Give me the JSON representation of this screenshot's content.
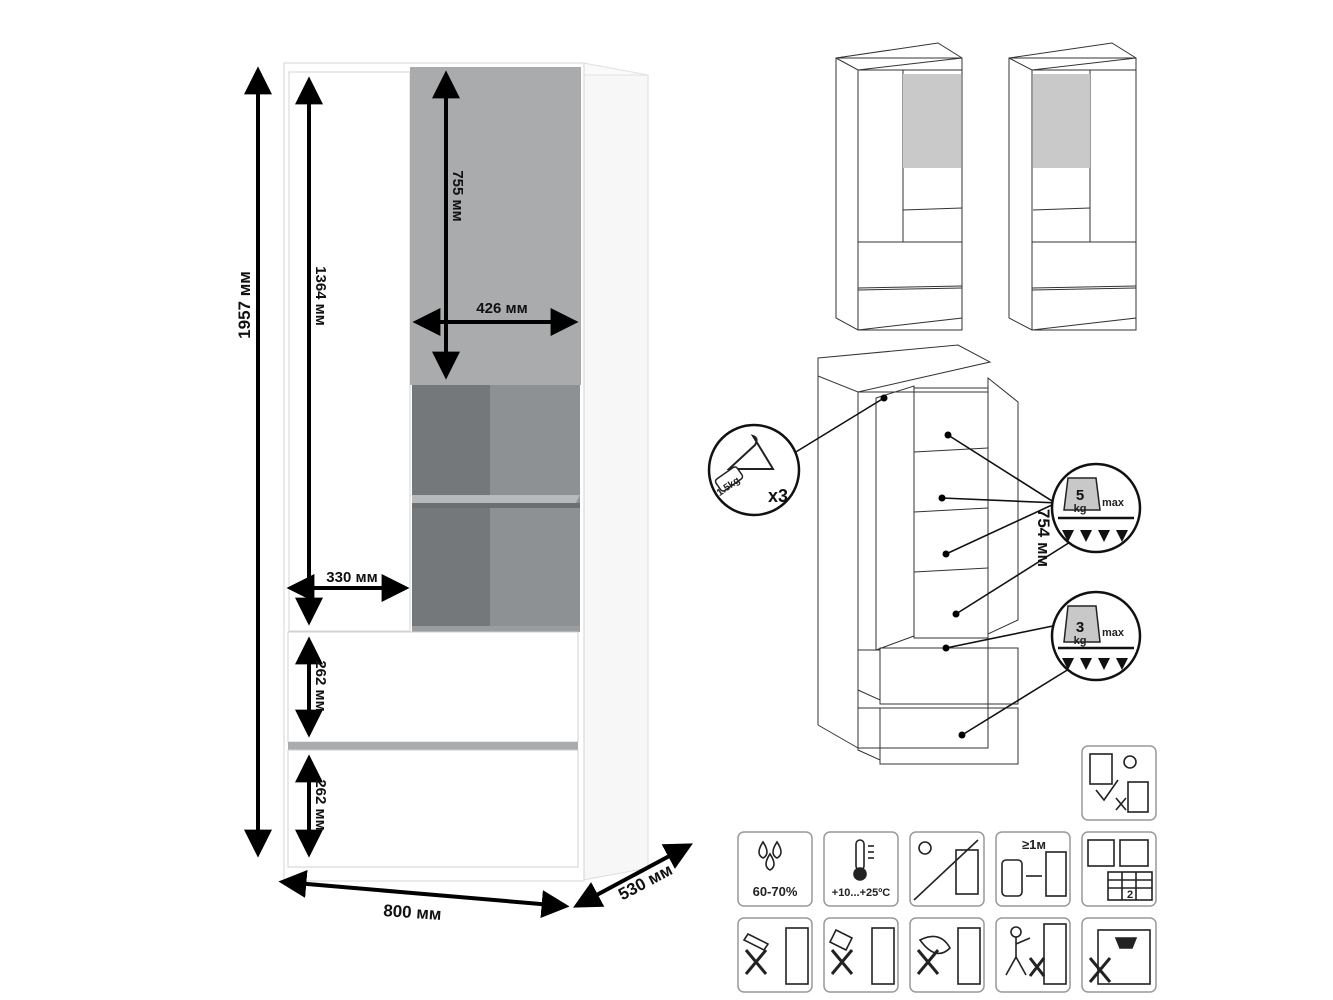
{
  "colors": {
    "body": "#ffffff",
    "panel_gray": "#a9abad",
    "niche_dark": "#75787b",
    "niche_back": "#8b8e91",
    "shelf": "#9a9c9e",
    "outline": "#cfcfcf",
    "arrow": "#000000"
  },
  "dimensions": {
    "height_total": "1957 мм",
    "height_door": "1364 мм",
    "height_glass": "755 мм",
    "width_glass": "426 мм",
    "width_door": "330 мм",
    "drawer_1": "262 мм",
    "drawer_2": "262 мм",
    "width_total": "800 мм",
    "depth_total": "530 мм",
    "drawer_depth": "754 мм"
  },
  "load_badges": {
    "hanger": {
      "weight": "1.5kg",
      "count": "x3"
    },
    "shelf": {
      "weight": "5",
      "unit": "kg",
      "label": "max"
    },
    "drawer": {
      "weight": "3",
      "unit": "kg",
      "label": "max"
    }
  },
  "care_icons": {
    "humidity": {
      "label": "60-70%",
      "icon": "water-drops-icon"
    },
    "temperature": {
      "label": "+10...+25ºC",
      "icon": "thermometer-icon"
    },
    "sunlight": {
      "icon": "no-direct-sun-icon"
    },
    "distance": {
      "label": "≥1м",
      "icon": "keep-distance-from-heater-icon"
    },
    "assembly": {
      "label": "2",
      "icon": "assembly-instructions-icon"
    },
    "wall_fix": {
      "icon": "wall-mount-warning-icon"
    },
    "no_sharp": {
      "icon": "no-sharp-tools-icon"
    },
    "no_chemicals": {
      "icon": "no-chemicals-icon"
    },
    "no_abrasive": {
      "icon": "no-abrasive-cleaning-icon"
    },
    "no_climbing": {
      "icon": "do-not-climb-icon"
    },
    "no_overload": {
      "icon": "no-heavy-objects-on-top-icon"
    }
  }
}
